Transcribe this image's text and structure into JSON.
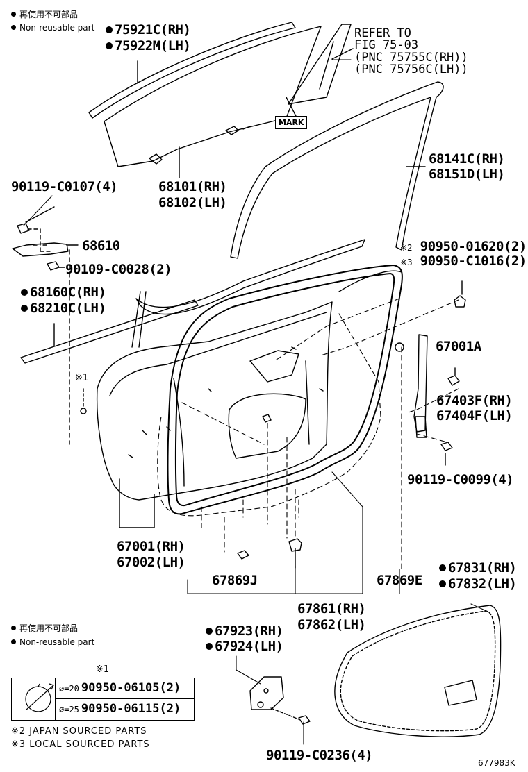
{
  "legend_top": {
    "jp": "再使用不可部品",
    "en": "Non-reusable part"
  },
  "legend_bottom": {
    "jp": "再使用不可部品",
    "en": "Non-reusable part"
  },
  "parts": {
    "p75921": "75921C(RH)",
    "p75922": "75922M(LH)",
    "ref1": "REFER TO",
    "ref2": "FIG 75-03",
    "ref3": "(PNC 75755C(RH))",
    "ref4": "(PNC 75756C(LH))",
    "mark": "MARK",
    "p68141": "68141C(RH)",
    "p68151": "68151D(LH)",
    "p90119a": "90119-C0107(4)",
    "p68101": "68101(RH)",
    "p68102": "68102(LH)",
    "p68610": "68610",
    "p90109": "90109-C0028(2)",
    "p68160": "68160C(RH)",
    "p68210": "68210C(LH)",
    "p90950a_mark": "※2",
    "p90950a": "90950-01620(2)",
    "p90950b_mark": "※3",
    "p90950b": "90950-C1016(2)",
    "p67001a": "67001A",
    "p67403": "67403F(RH)",
    "p67404": "67404F(LH)",
    "p90119b": "90119-C0099(4)",
    "mark1": "※1",
    "p67001": "67001(RH)",
    "p67002": "67002(LH)",
    "p67869j": "67869J",
    "p67869e": "67869E",
    "p67861": "67861(RH)",
    "p67862": "67862(LH)",
    "p67831": "67831(RH)",
    "p67832": "67832(LH)",
    "p67923": "67923(RH)",
    "p67924": "67924(LH)",
    "p90119c": "90119-C0236(4)"
  },
  "table": {
    "title": "※1",
    "rows": [
      {
        "size": "⌀=20",
        "part": "90950-06105(2)"
      },
      {
        "size": "⌀=25",
        "part": "90950-06115(2)"
      }
    ]
  },
  "notes": [
    "※2 JAPAN SOURCED PARTS",
    "※3 LOCAL SOURCED PARTS"
  ],
  "figure_id": "677983K"
}
